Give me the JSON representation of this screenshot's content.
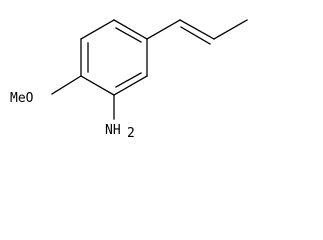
{
  "molecule": {
    "methoxy_label": "MeO",
    "amine_label": "NH",
    "amine_subscript": "2"
  },
  "colors": {
    "background": "#ffffff",
    "bond": "#000000",
    "text": "#000000"
  }
}
